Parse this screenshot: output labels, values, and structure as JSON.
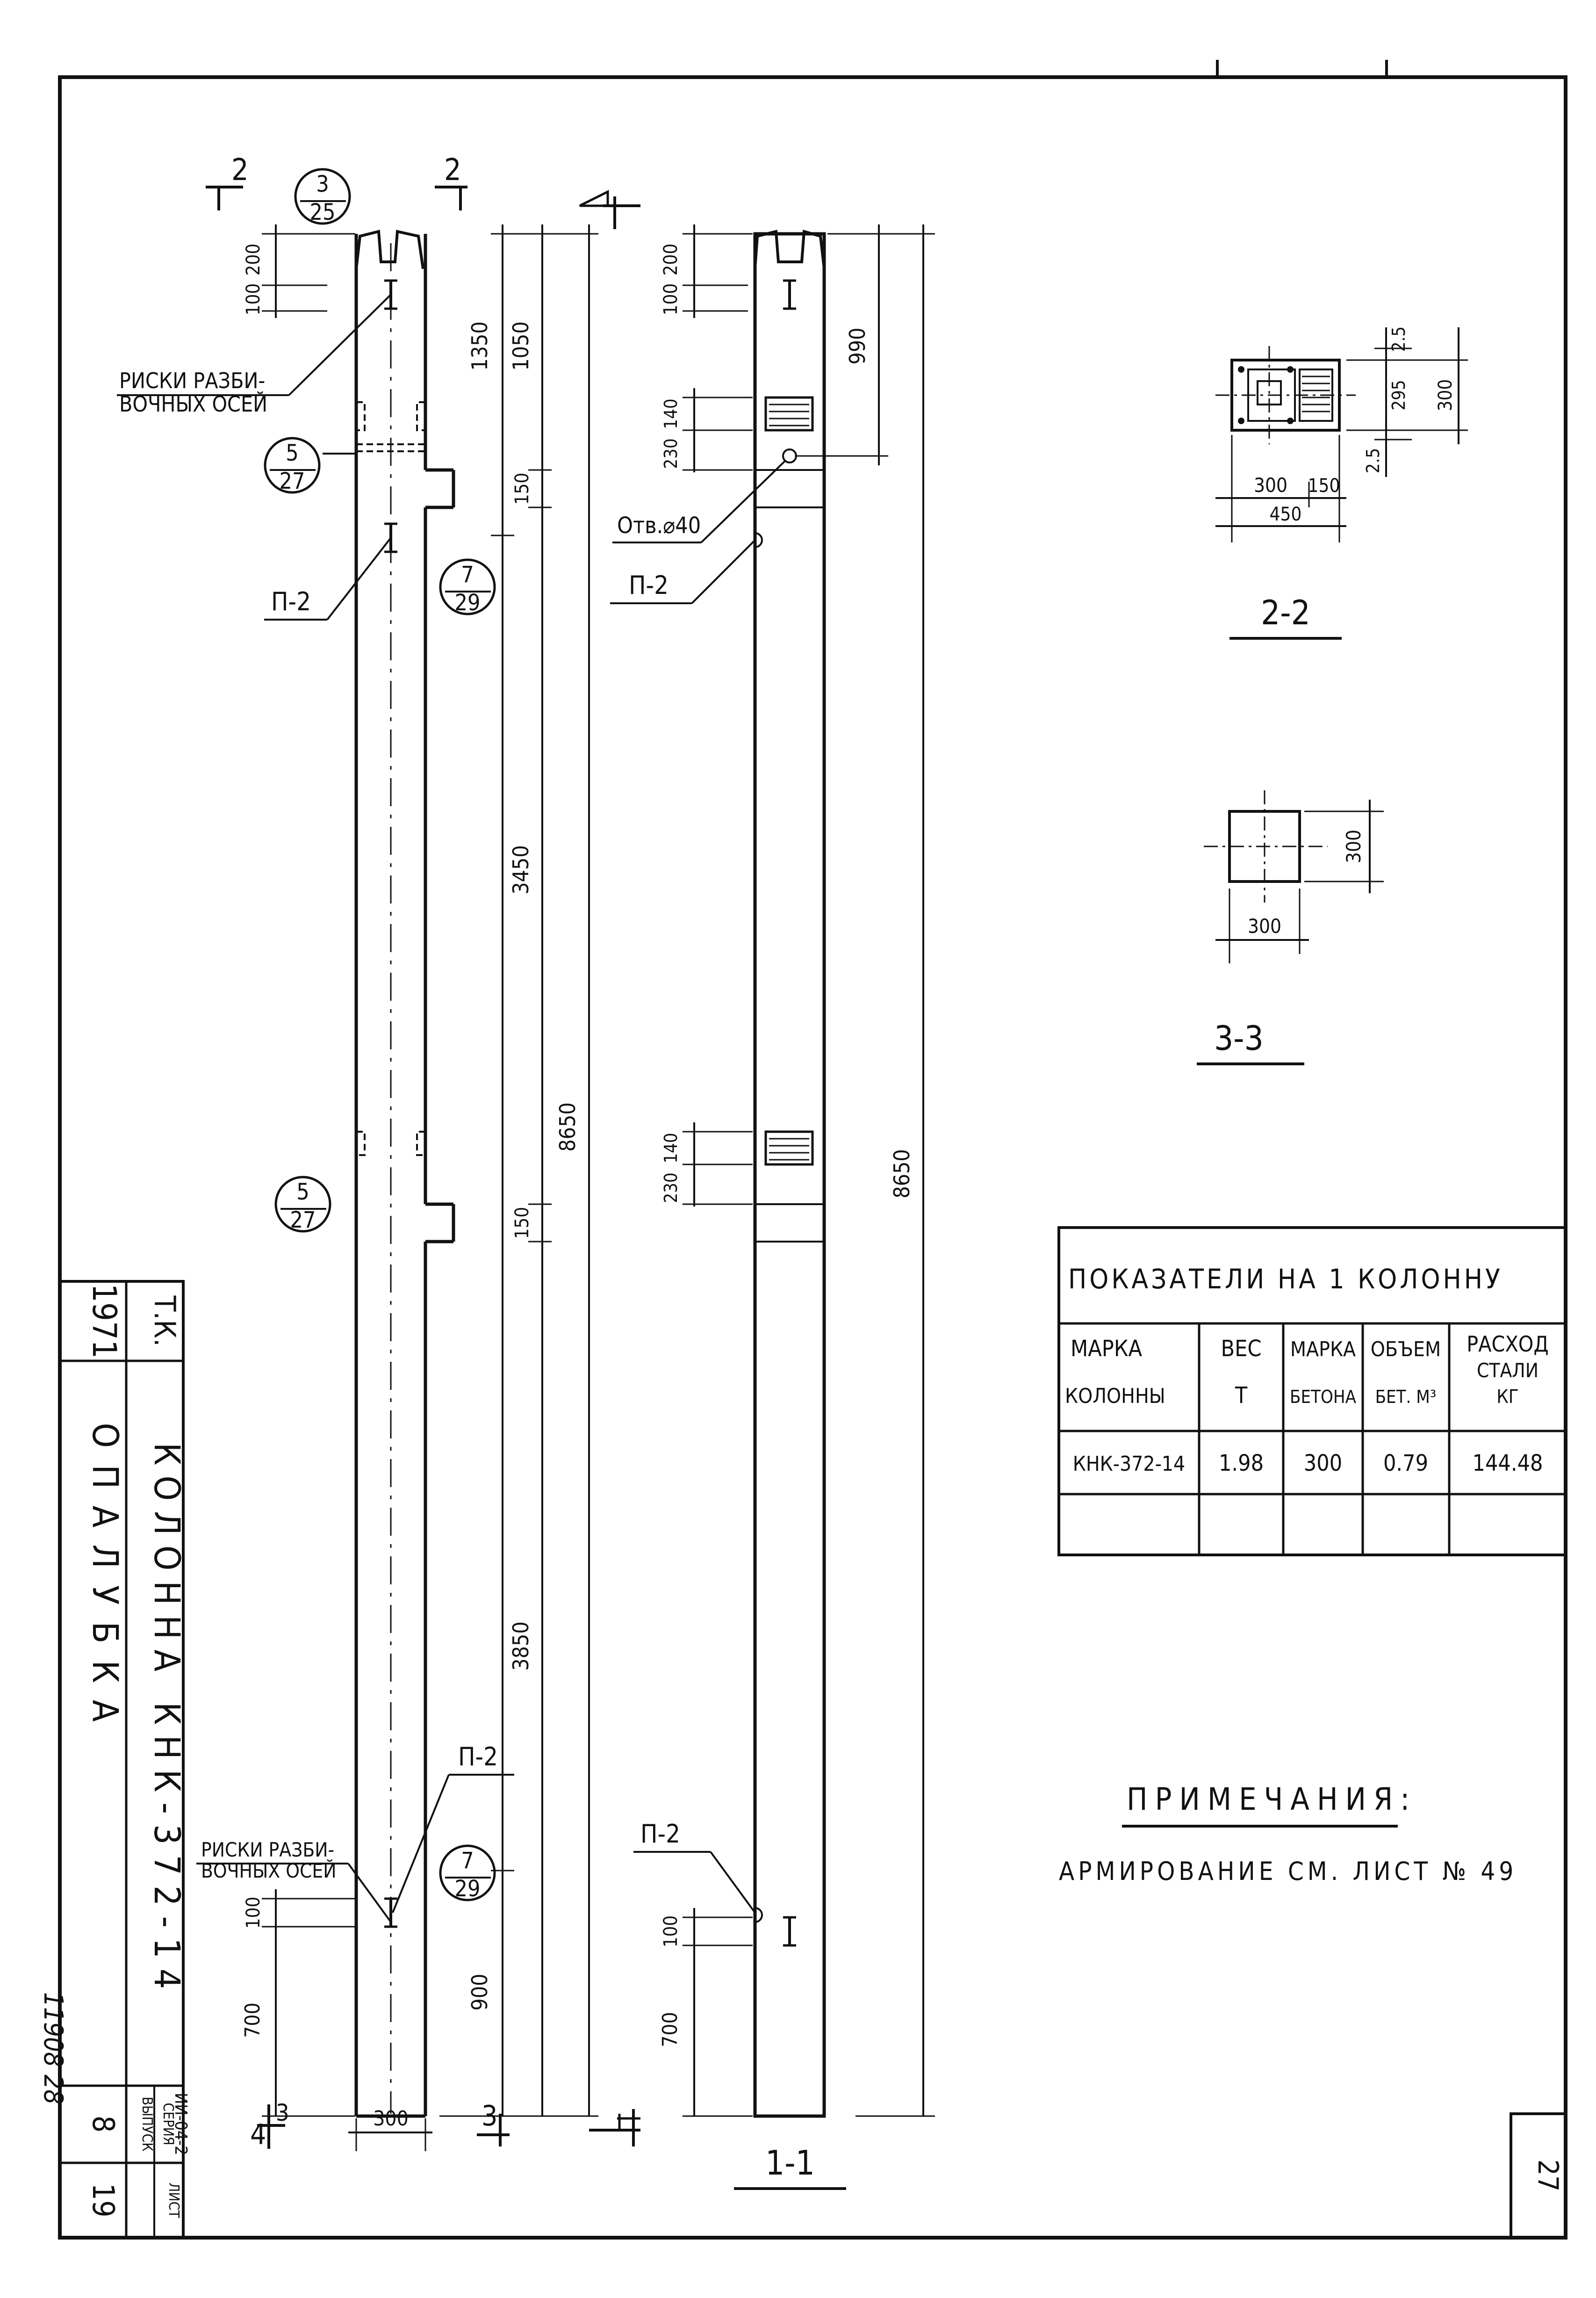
{
  "sheet_number": "27",
  "handwritten_code": "11908 28",
  "title_block": {
    "year": "1971",
    "tk": "Т.К.",
    "title": "КОЛОННА КНК-372-14",
    "subtitle": "ОПАЛУБКА",
    "series_label": "СЕРИЯ",
    "series": "ИИ-04-2",
    "issue_label": "ВЫПУСК",
    "issue": "8",
    "sheet_label": "ЛИСТ",
    "sheet": "19"
  },
  "labels": {
    "risk_top": "РИСКИ РАЗБИ-\nВОЧНЫХ ОСЕЙ",
    "risk_top_1": "РИСКИ РАЗБИ-",
    "risk_top_2": "ВОЧНЫХ ОСЕЙ",
    "p2": "П-2",
    "hole": "Отв.⌀40",
    "section_11": "1-1",
    "section_22": "2-2",
    "section_33": "3-3",
    "cut_2": "2",
    "cut_1": "1",
    "cut_3": "3",
    "cut_4": "4"
  },
  "callouts": [
    {
      "top": "3",
      "bottom": "25"
    },
    {
      "top": "5",
      "bottom": "27"
    },
    {
      "top": "7",
      "bottom": "29"
    },
    {
      "top": "5",
      "bottom": "27"
    },
    {
      "top": "7",
      "bottom": "29"
    }
  ],
  "dims": {
    "d100": "100",
    "d200": "200",
    "d1350": "1350",
    "d1050": "1050",
    "d150": "150",
    "d3450": "3450",
    "d8650": "8650",
    "d3850": "3850",
    "d900": "900",
    "d700": "700",
    "d300": "300",
    "d990": "990",
    "d230": "230",
    "d140": "140",
    "d295": "295",
    "d25": "2.5",
    "d450": "450"
  },
  "table": {
    "title": "ПОКАЗАТЕЛИ НА 1 КОЛОННУ",
    "headers": [
      [
        "МАРКА",
        "КОЛОННЫ"
      ],
      [
        "ВЕС",
        "Т"
      ],
      [
        "МАРКА",
        "БЕТОНА"
      ],
      [
        "ОБЪЕМ",
        "БЕТ. М³"
      ],
      [
        "РАСХОД",
        "СТАЛИ",
        "КГ"
      ]
    ],
    "rows": [
      [
        "КНК-372-14",
        "1.98",
        "300",
        "0.79",
        "144.48"
      ]
    ]
  },
  "notes": {
    "title": "ПРИМЕЧАНИЯ:",
    "text": "АРМИРОВАНИЕ СМ. ЛИСТ № 49"
  }
}
